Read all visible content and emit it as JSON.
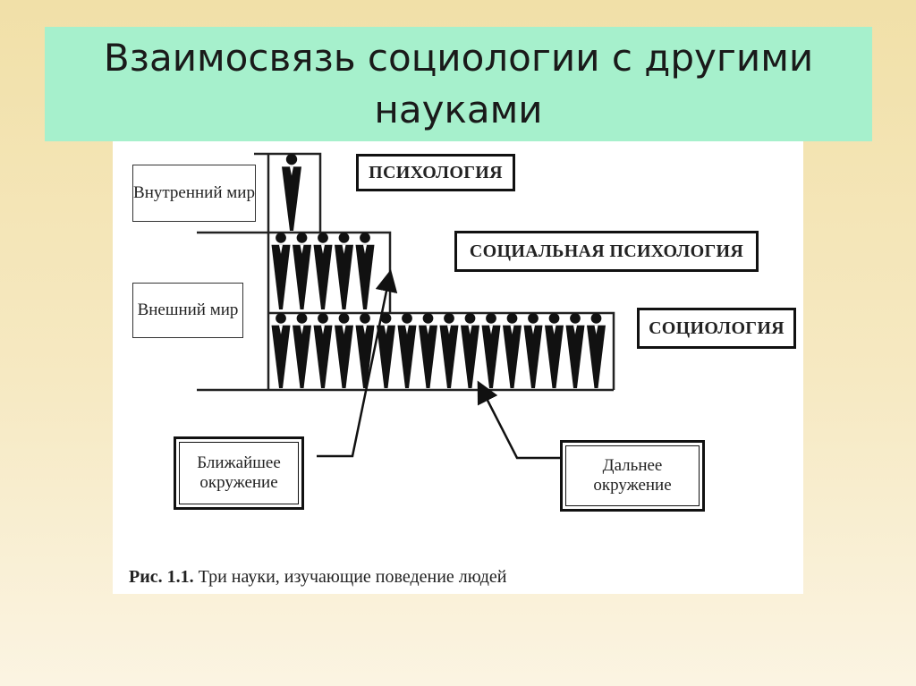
{
  "slide": {
    "title": "Взаимосвязь социологии с другими науками"
  },
  "diagram": {
    "inner_world": "Внутренний мир",
    "outer_world": "Внешний мир",
    "psychology": "ПСИХОЛОГИЯ",
    "social_psychology": "СОЦИАЛЬНАЯ ПСИХОЛОГИЯ",
    "sociology": "СОЦИОЛОГИЯ",
    "near_environment": "Ближайшее окружение",
    "far_environment": "Дальнее окружение",
    "figure_counts": {
      "individual": 1,
      "small_group": 5,
      "society": 16
    }
  },
  "caption": {
    "number": "Рис. 1.1.",
    "text": "Три науки, изучающие поведение людей"
  }
}
